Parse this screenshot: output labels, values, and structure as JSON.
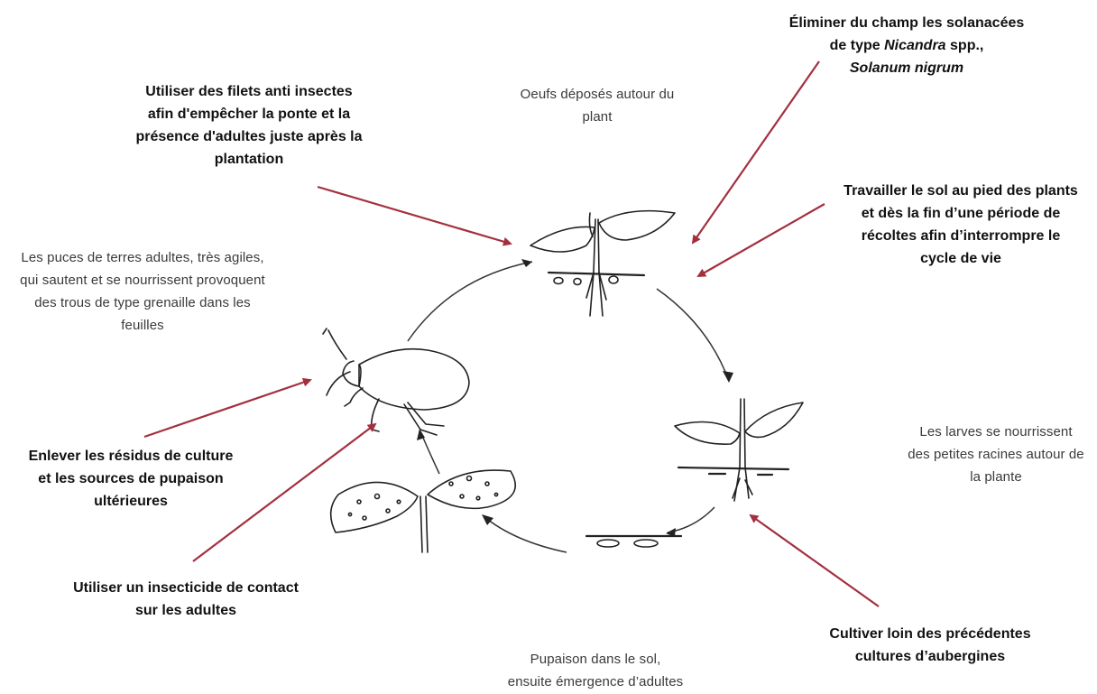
{
  "stages": {
    "eggs": "Oeufs déposés autour du plant",
    "larvae": [
      "Les larves se nourrissent",
      "des petites racines autour de",
      "la plante"
    ],
    "pupae": [
      "Pupaison dans le sol,",
      "ensuite émergence d’adultes"
    ],
    "adults": [
      "Les puces de terres adultes, très agiles,",
      "qui sautent et se nourrissent provoquent",
      "des trous de type grenaille dans les",
      "feuilles"
    ]
  },
  "controls": {
    "nets": [
      "Utiliser des filets anti insectes",
      "afin d'empêcher la ponte et la",
      "présence d'adultes juste après la",
      "plantation"
    ],
    "solanaceae": {
      "line1": "Éliminer du champ les solanacées",
      "line2_prefix": "de type ",
      "line2_italic": "Nicandra",
      "line2_suffix": " spp.,",
      "line3_italic": "Solanum nigrum"
    },
    "tillage": [
      "Travailler le sol au pied des plants",
      "et dès la fin d’une période de",
      "récoltes afin d’interrompre le",
      "cycle de vie"
    ],
    "residues": [
      "Enlever les résidus de culture",
      "et les sources de pupaison",
      "ultérieures"
    ],
    "insecticide": [
      "Utiliser un insecticide de contact",
      "sur les adultes"
    ],
    "rotation": [
      "Cultiver loin des précédentes",
      "cultures d’aubergines"
    ]
  },
  "colors": {
    "control_arrow": "#a3303f",
    "sketch": "#222222"
  }
}
